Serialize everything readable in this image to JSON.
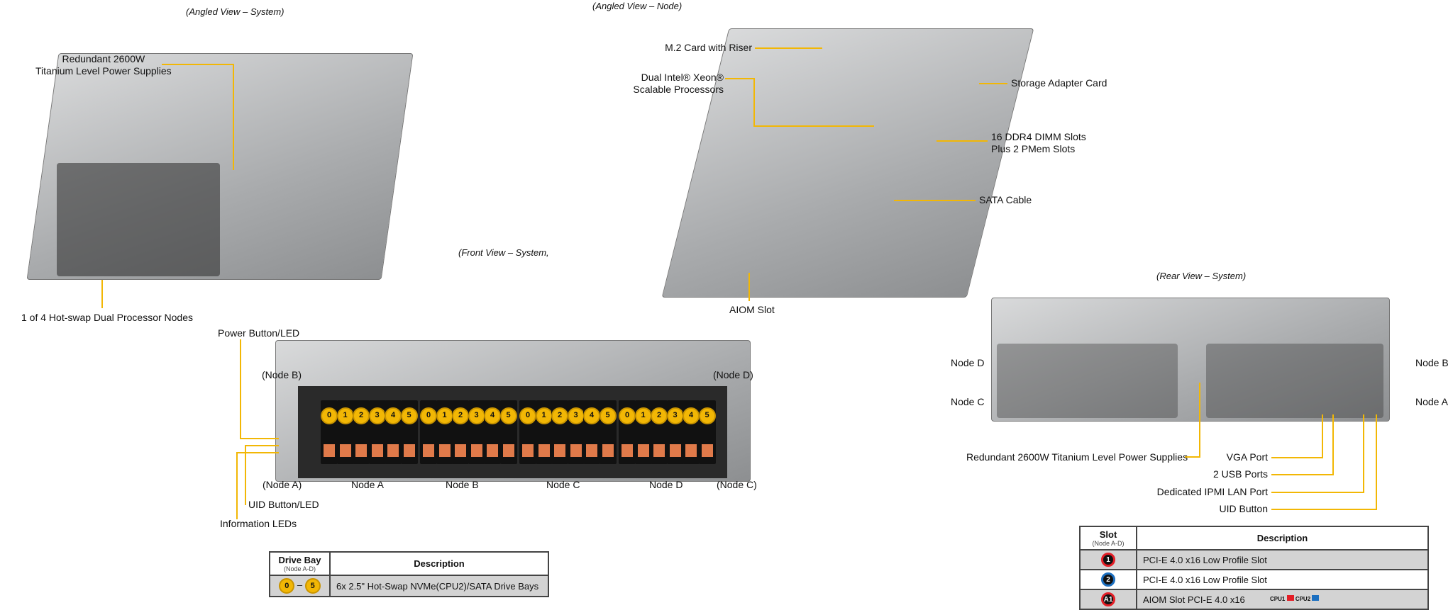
{
  "captions": {
    "angled_system": "(Angled View – System)",
    "angled_node": "(Angled View – Node)",
    "front_system": "(Front View – System,",
    "rear_system": "(Rear View – System)"
  },
  "angled_system": {
    "psu_label_1": "Redundant 2600W",
    "psu_label_2": "Titanium Level Power Supplies",
    "nodes_label": "1 of 4 Hot-swap Dual Processor Nodes"
  },
  "angled_node": {
    "m2": "M.2 Card with Riser",
    "cpu_1": "Dual Intel® Xeon®",
    "cpu_2": "Scalable Processors",
    "storage": "Storage Adapter Card",
    "dimm_1": "16 DDR4 DIMM Slots",
    "dimm_2": "Plus 2 PMem Slots",
    "sata": "SATA Cable",
    "aiom": "AIOM Slot"
  },
  "front": {
    "power": "Power Button/LED",
    "node_b_paren": "(Node B)",
    "node_a_paren": "(Node A)",
    "uid": "UID Button/LED",
    "info": "Information LEDs",
    "node_d_paren": "(Node D)",
    "node_c_paren": "(Node C)",
    "nodes": [
      "Node A",
      "Node B",
      "Node C",
      "Node D"
    ],
    "bays": [
      "0",
      "1",
      "2",
      "3",
      "4",
      "5",
      "0",
      "1",
      "2",
      "3",
      "4",
      "5",
      "0",
      "1",
      "2",
      "3",
      "4",
      "5",
      "0",
      "1",
      "2",
      "3",
      "4",
      "5"
    ]
  },
  "drive_table": {
    "col1": "Drive Bay",
    "col1_sub": "(Node A-D)",
    "col2": "Description",
    "row": {
      "from": "0",
      "dash": "–",
      "to": "5",
      "desc": "6x 2.5\" Hot-Swap NVMe(CPU2)/SATA Drive Bays"
    }
  },
  "rear": {
    "node_d": "Node D",
    "node_c": "Node C",
    "node_b": "Node B",
    "node_a": "Node A",
    "psu": "Redundant  2600W Titanium  Level Power Supplies",
    "vga": "VGA Port",
    "usb": "2 USB Ports",
    "ipmi": "Dedicated IPMI  LAN Port",
    "uid": "UID Button"
  },
  "slot_table": {
    "col1": "Slot",
    "col1_sub": "(Node A-D)",
    "col2": "Description",
    "rows": [
      {
        "badge": "1",
        "cpu": "CPU1",
        "desc": "PCI-E  4.0 x16 Low Profile Slot"
      },
      {
        "badge": "2",
        "cpu": "CPU2",
        "desc": "PCI-E  4.0 x16 Low Profile Slot"
      },
      {
        "badge": "A1",
        "cpu": "CPU1",
        "desc": "AIOM  Slot PCI-E  4.0 x16"
      }
    ],
    "legend": [
      {
        "label": "CPU1",
        "color": "#e41e26"
      },
      {
        "label": "CPU2",
        "color": "#1b6fc0"
      }
    ]
  },
  "colors": {
    "callout": "#f2b705",
    "cpu1": "#e41e26",
    "cpu2": "#1b6fc0"
  }
}
